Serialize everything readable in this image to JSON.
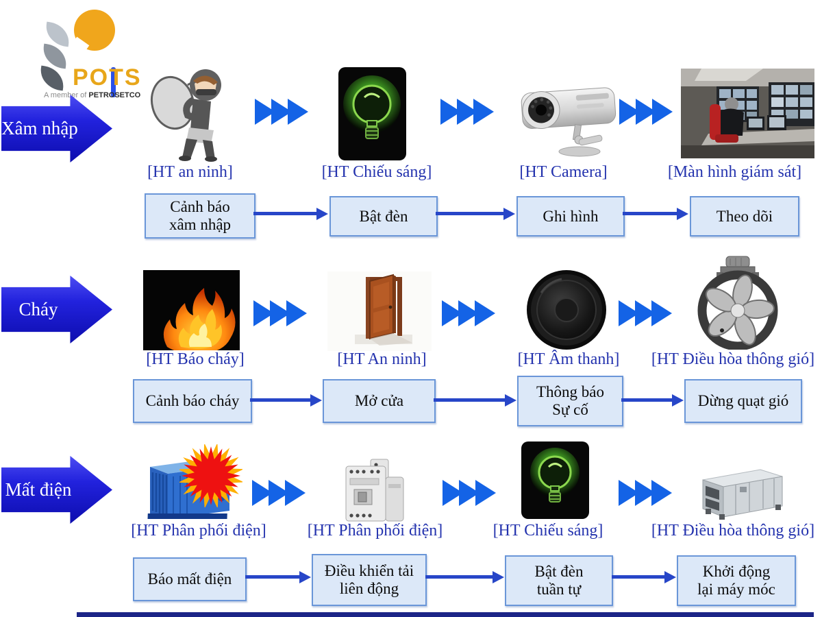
{
  "logo": {
    "brand": "POTS",
    "member_prefix": "A member of ",
    "member_company": "PETROSETCO"
  },
  "rows": [
    {
      "trigger": "Xâm nhập",
      "systems": [
        {
          "label": "[HT an ninh]",
          "icon": "burglar-icon"
        },
        {
          "label": "[HT Chiếu sáng]",
          "icon": "green-bulb-icon"
        },
        {
          "label": "[HT Camera]",
          "icon": "cctv-camera-icon"
        },
        {
          "label": "[Màn hình giám sát]",
          "icon": "control-room-icon"
        }
      ],
      "actions": [
        "Cảnh báo\nxâm nhập",
        "Bật đèn",
        "Ghi hình",
        "Theo dõi"
      ]
    },
    {
      "trigger": "Cháy",
      "systems": [
        {
          "label": "[HT Báo cháy]",
          "icon": "fire-icon"
        },
        {
          "label": "[HT An ninh]",
          "icon": "open-door-icon"
        },
        {
          "label": "[HT Âm thanh]",
          "icon": "speaker-icon"
        },
        {
          "label": "[HT Điều hòa thông gió]",
          "icon": "axial-fan-icon"
        }
      ],
      "actions": [
        "Cảnh báo cháy",
        "Mở cửa",
        "Thông báo\nSự cố",
        "Dừng quạt gió"
      ]
    },
    {
      "trigger": "Mất điện",
      "systems": [
        {
          "label": "[HT Phân phối điện]",
          "icon": "generator-alarm-icon"
        },
        {
          "label": "[HT Phân phối điện]",
          "icon": "relay-module-icon"
        },
        {
          "label": "[HT Chiếu sáng]",
          "icon": "green-bulb-icon"
        },
        {
          "label": "[HT Điều hòa thông gió]",
          "icon": "ahu-icon"
        }
      ],
      "actions": [
        "Báo mất điện",
        "Điều khiển tải\nliên động",
        "Bật đèn\ntuần tự",
        "Khởi động\nlại máy móc"
      ]
    }
  ],
  "colors": {
    "chevron_blue": "#1463e6",
    "label_blue": "#2433ae",
    "box_fill": "#dce8f8",
    "box_border": "#6a96d8",
    "connector_blue": "#2746c8",
    "trigger_arrow_blue": "#2222dd",
    "brand_gold": "#e8a61a",
    "bottom_bar_navy": "#1c2587"
  }
}
